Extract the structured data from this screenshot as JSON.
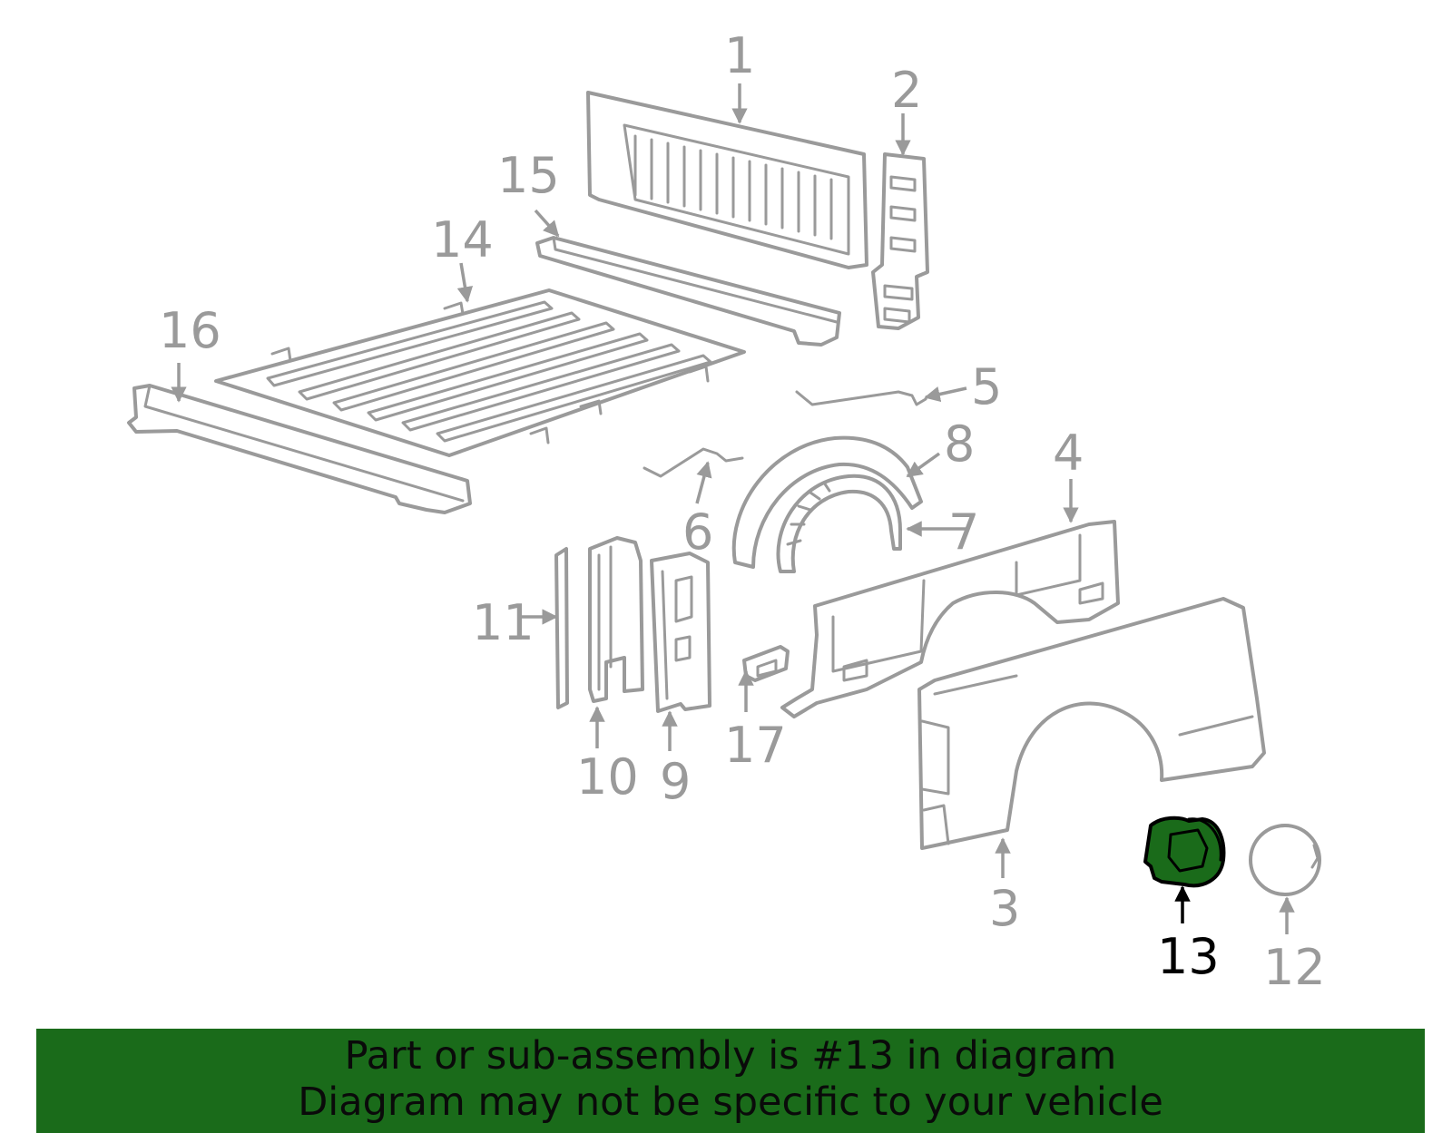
{
  "callouts": [
    {
      "id": "1",
      "label": "1"
    },
    {
      "id": "2",
      "label": "2"
    },
    {
      "id": "3",
      "label": "3"
    },
    {
      "id": "4",
      "label": "4"
    },
    {
      "id": "5",
      "label": "5"
    },
    {
      "id": "6",
      "label": "6"
    },
    {
      "id": "7",
      "label": "7"
    },
    {
      "id": "8",
      "label": "8"
    },
    {
      "id": "9",
      "label": "9"
    },
    {
      "id": "10",
      "label": "10"
    },
    {
      "id": "11",
      "label": "11"
    },
    {
      "id": "12",
      "label": "12"
    },
    {
      "id": "13",
      "label": "13",
      "highlighted": true
    },
    {
      "id": "14",
      "label": "14"
    },
    {
      "id": "15",
      "label": "15"
    },
    {
      "id": "16",
      "label": "16"
    },
    {
      "id": "17",
      "label": "17"
    }
  ],
  "banner": {
    "line1": "Part or sub-assembly is #13 in diagram",
    "line2": "Diagram may not be specific to your vehicle"
  },
  "colors": {
    "line": "#9a9a9a",
    "highlight_part": "#1a6b1a",
    "banner_bg": "#1a6b1a",
    "highlight_label": "#000000"
  }
}
